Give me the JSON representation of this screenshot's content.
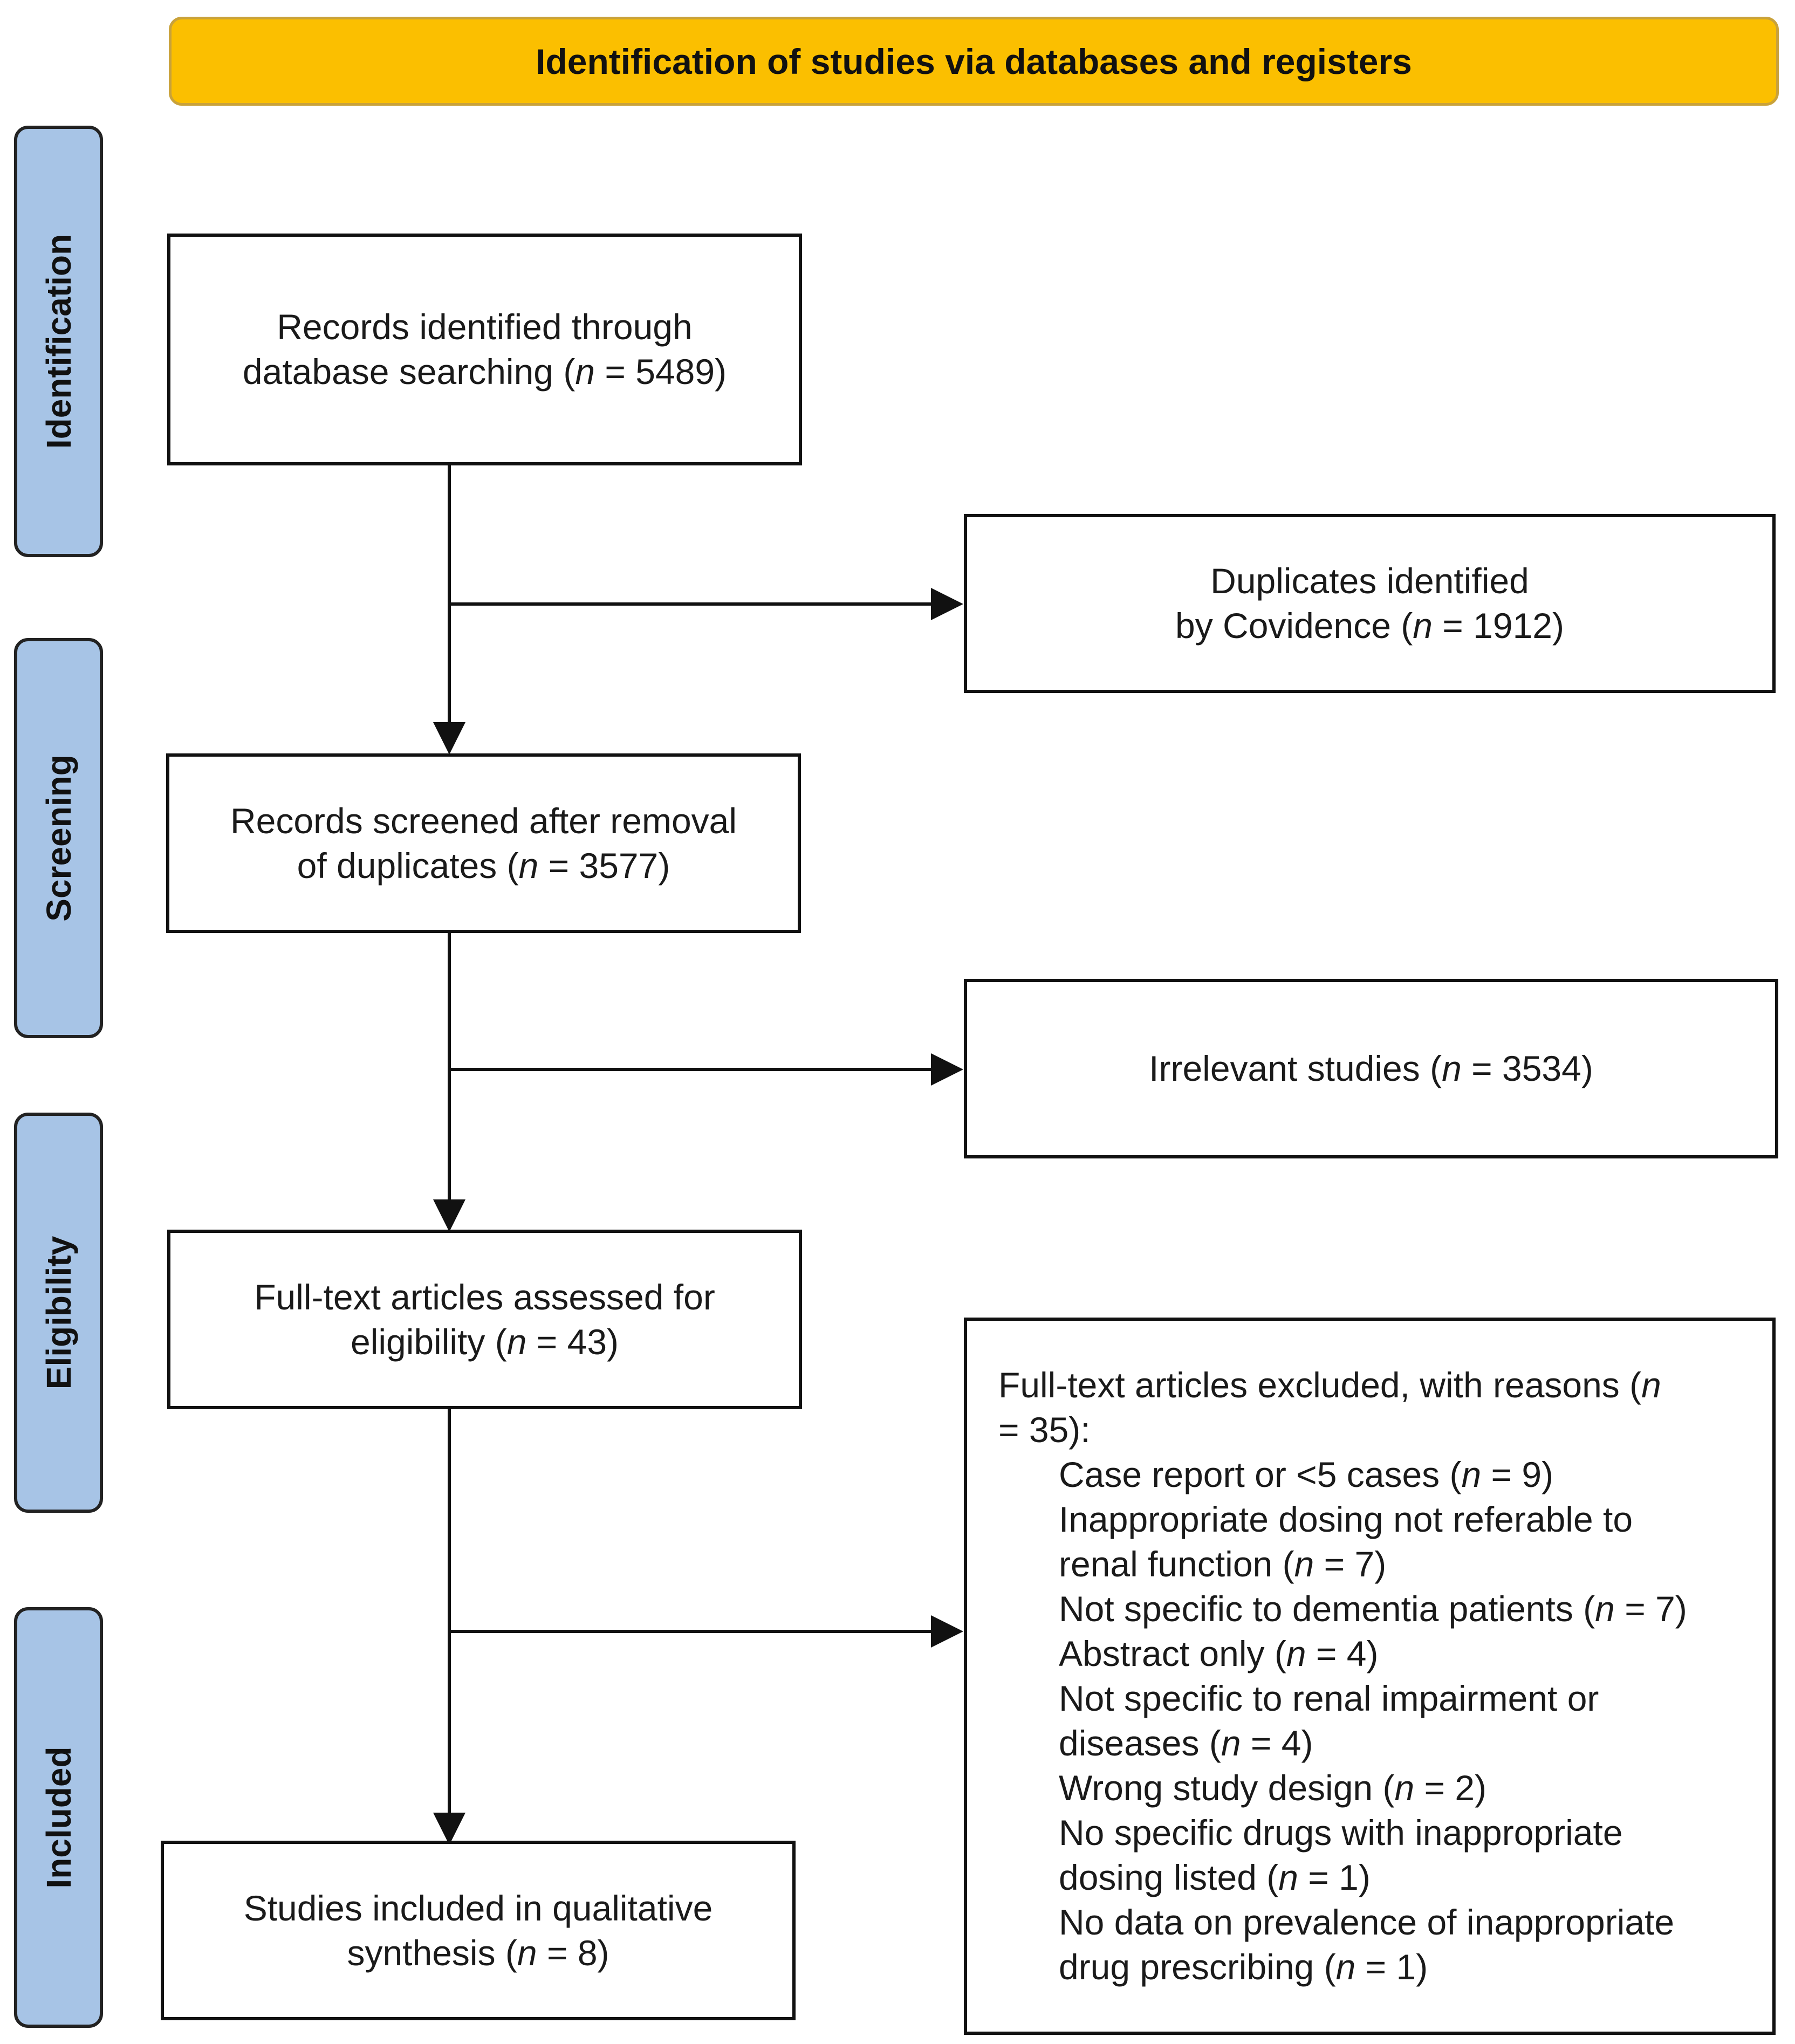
{
  "header": {
    "title": "Identification of studies via databases and registers"
  },
  "stages": {
    "identification": "Identification",
    "screening": "Screening",
    "eligibility": "Eligibility",
    "included": "Included"
  },
  "boxes": {
    "records_identified": {
      "line1": "Records identified through",
      "line2_pre": "database searching (",
      "n": "n",
      "line2_post": " = 5489)"
    },
    "duplicates": {
      "line1": "Duplicates identified",
      "line2_pre": "by Covidence (",
      "n": "n",
      "line2_post": " = 1912)"
    },
    "records_screened": {
      "line1": "Records screened after removal",
      "line2_pre": "of duplicates (",
      "n": "n",
      "line2_post": " = 3577)"
    },
    "irrelevant": {
      "line1_pre": "Irrelevant studies (",
      "n": "n",
      "line1_post": " = 3534)"
    },
    "full_text_assessed": {
      "line1": "Full-text articles assessed for",
      "line2_pre": "eligibility (",
      "n": "n",
      "line2_post": " = 43)"
    },
    "included": {
      "line1": "Studies included in qualitative",
      "line2_pre": "synthesis (",
      "n": "n",
      "line2_post": " = 8)"
    },
    "excluded": {
      "intro_line1_pre": "Full-text articles excluded, with reasons (",
      "intro_n": "n",
      "intro_line2": "= 35):",
      "reasons": [
        {
          "pre": "Case report or <5 cases (",
          "n": "n",
          "post": " = 9)"
        },
        {
          "pre": "Inappropriate dosing not referable to",
          "n": "",
          "post": ""
        },
        {
          "pre": "renal function (",
          "n": "n",
          "post": " = 7)"
        },
        {
          "pre": "Not specific to dementia patients (",
          "n": "n",
          "post": " = 7)"
        },
        {
          "pre": "Abstract only (",
          "n": "n",
          "post": " = 4)"
        },
        {
          "pre": "Not specific to renal impairment or",
          "n": "",
          "post": ""
        },
        {
          "pre": "diseases (",
          "n": "n",
          "post": " = 4)"
        },
        {
          "pre": "Wrong study design (",
          "n": "n",
          "post": " = 2)"
        },
        {
          "pre": "No specific drugs with inappropriate",
          "n": "",
          "post": ""
        },
        {
          "pre": "dosing listed (",
          "n": "n",
          "post": " = 1)"
        },
        {
          "pre": "No data on prevalence of inappropriate",
          "n": "",
          "post": ""
        },
        {
          "pre": "drug prescribing (",
          "n": "n",
          "post": " = 1)"
        }
      ]
    }
  },
  "colors": {
    "header_fill": "#fbbf00",
    "stage_fill": "#a7c4e6",
    "line": "#111111"
  }
}
